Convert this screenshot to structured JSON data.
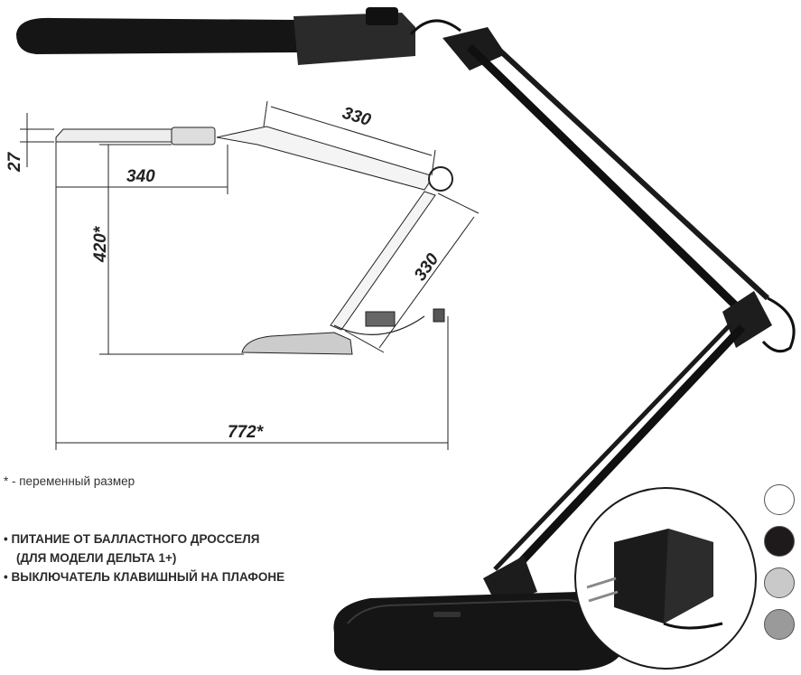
{
  "dimensions": {
    "shade_height": "27",
    "shade_length": "340",
    "upper_arm": "330",
    "lower_arm": "330",
    "height": "420*",
    "reach": "772*"
  },
  "footnote": "* - переменный размер",
  "features": [
    "• ПИТАНИЕ ОТ БАЛЛАСТНОГО ДРОССЕЛЯ",
    "(ДЛЯ МОДЕЛИ ДЕЛЬТА 1+)",
    "• ВЫКЛЮЧАТЕЛЬ КЛАВИШНЫЙ НА ПЛАФОНЕ"
  ],
  "colors": {
    "swatch_white": "#ffffff",
    "swatch_black": "#1e1a1c",
    "swatch_light_gray": "#c9c9c9",
    "swatch_gray": "#9a9a9a",
    "lamp_body": "#1c1c1c"
  }
}
